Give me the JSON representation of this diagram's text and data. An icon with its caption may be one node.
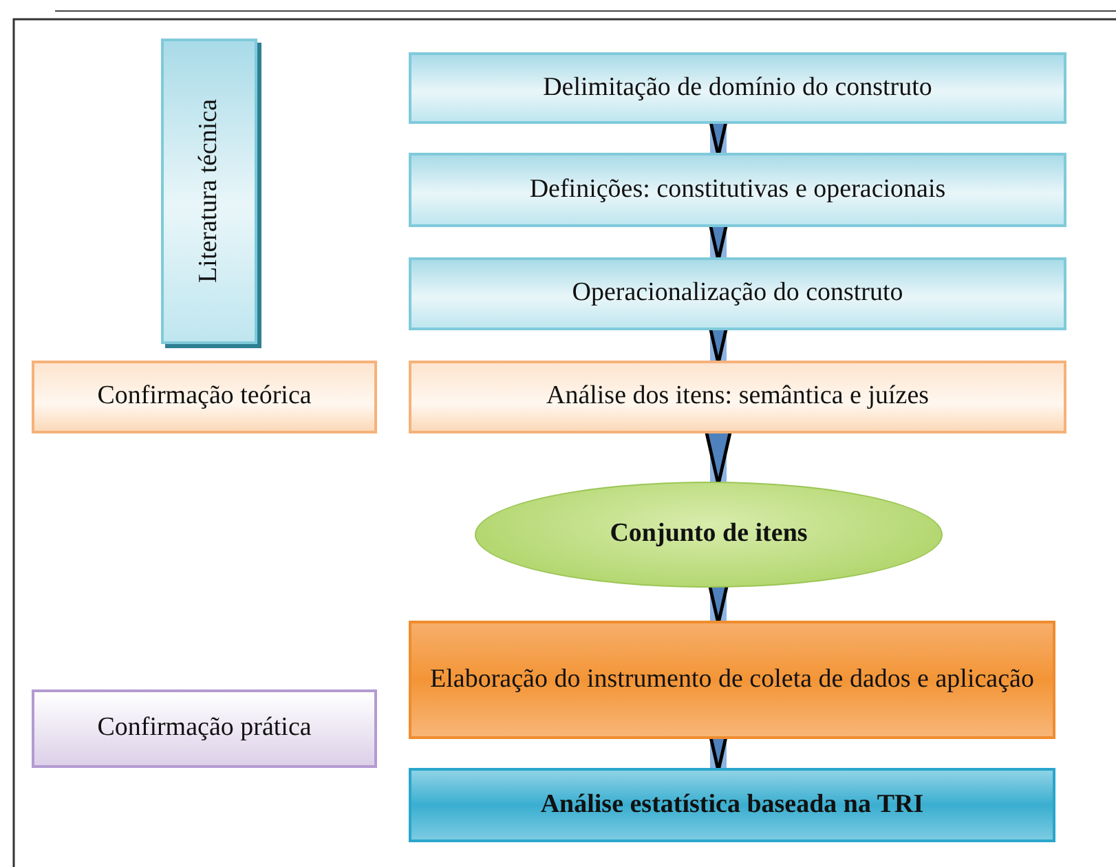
{
  "diagram": {
    "nodes": [
      {
        "text": [
          "Literatura técnica"
        ]
      },
      {
        "text": [
          "Delimitação de domínio do construto"
        ]
      },
      {
        "text": [
          "Definições: constitutivas e operacionais"
        ]
      },
      {
        "text": [
          "Operacionalização do construto"
        ]
      },
      {
        "text": [
          "Confirmação teórica"
        ]
      },
      {
        "text": [
          "Análise dos itens: semântica e juízes"
        ]
      },
      {
        "text": [
          "Conjunto de itens"
        ]
      },
      {
        "text": [
          "Elaboração do instrumento de coleta de dados e aplicação"
        ]
      },
      {
        "text": [
          "Confirmação prática"
        ]
      },
      {
        "text": [
          "Análise estatística baseada na TRI"
        ]
      }
    ],
    "edges": [
      {
        "from": 1,
        "to": 2,
        "arrow": "to"
      },
      {
        "from": 2,
        "to": 3,
        "arrow": "to"
      },
      {
        "from": 3,
        "to": 5,
        "arrow": "to"
      },
      {
        "from": 5,
        "to": 6,
        "arrow": "to"
      },
      {
        "from": 6,
        "to": 7,
        "arrow": "to"
      },
      {
        "from": 7,
        "to": 9,
        "arrow": "to"
      }
    ]
  }
}
